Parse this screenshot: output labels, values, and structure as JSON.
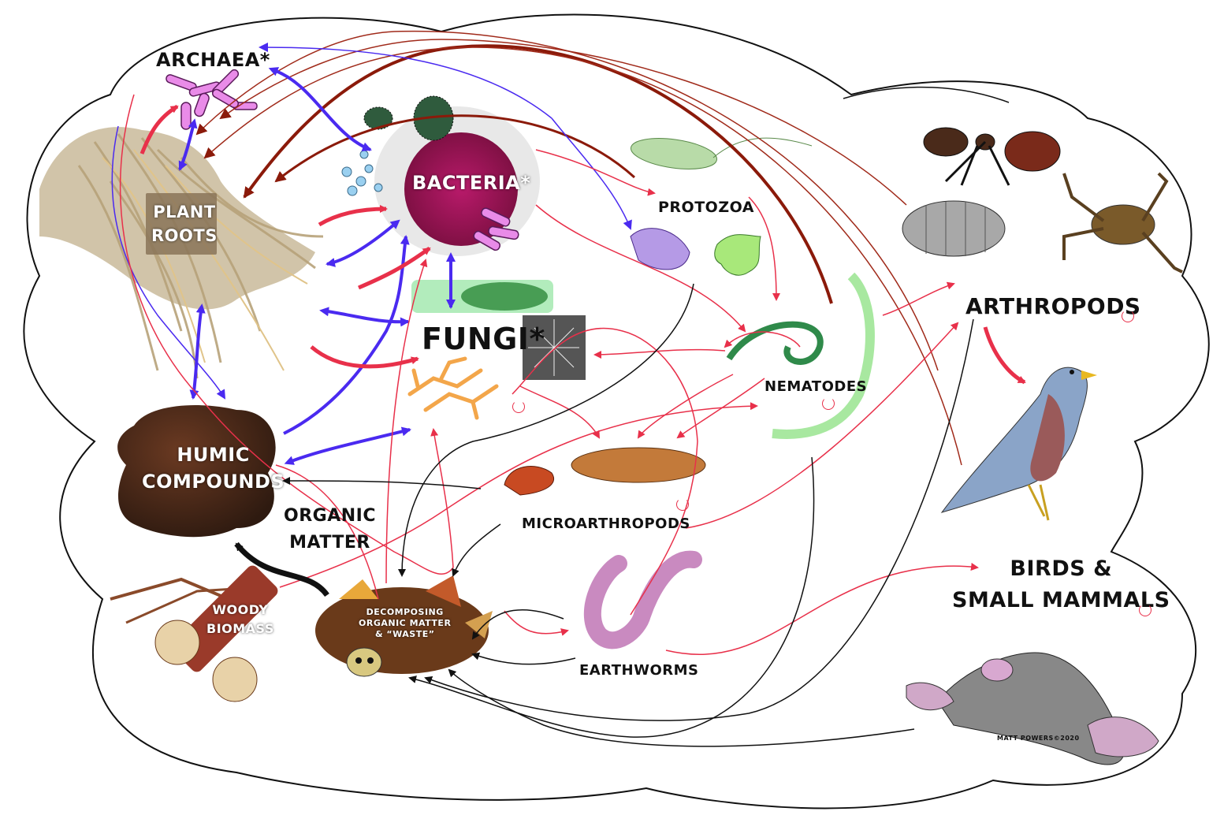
{
  "labels": {
    "archaea": "ARCHAEA*",
    "bacteria": "BACTERIA*",
    "fungi": "FUNGI*",
    "protozoa": "PROTOZOA",
    "nematodes": "NEMATODES",
    "plant_roots": [
      "PLANT",
      "ROOTS"
    ],
    "humic_compounds": [
      "HUMIC",
      "COMPOUNDS"
    ],
    "organic_matter": [
      "ORGANIC",
      "MATTER"
    ],
    "woody_biomass": [
      "WOODY",
      "BIOMASS"
    ],
    "decomposing": [
      "DECOMPOSING",
      "ORGANIC MATTER",
      "& “WASTE”"
    ],
    "microarthropods": "MICROARTHROPODS",
    "earthworms": "EARTHWORMS",
    "arthropods": "ARTHROPODS",
    "birds_mammals": [
      "BIRDS &",
      "SMALL MAMMALS"
    ],
    "credit": "MATT POWERS©2020"
  },
  "colors": {
    "red_arrow": "#e8304a",
    "blue_arrow": "#4a2af0",
    "dark_red_arrow": "#8b1a0a",
    "black_arrow": "#111111",
    "bacteria": "#a3155a",
    "humus": "#4a2a1a",
    "fungi_hyphae": "#f3a64a"
  },
  "icons": [
    "ant-icon",
    "spider-icon",
    "pillbug-icon",
    "bird-icon",
    "mole-icon",
    "worm-icon",
    "nematode-icon",
    "protozoa-icon",
    "mite-icon",
    "log-icon",
    "leaf-litter-icon",
    "root-mass-icon"
  ]
}
